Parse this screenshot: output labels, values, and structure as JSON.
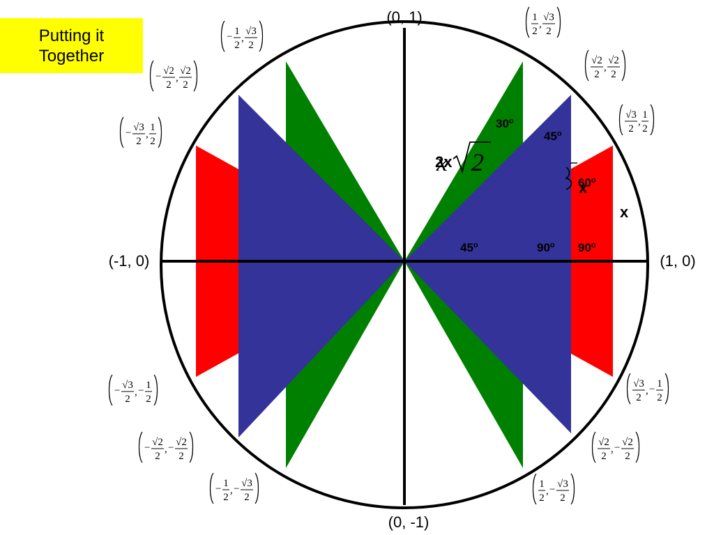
{
  "title": {
    "line1": "Putting it",
    "line2": "Together"
  },
  "colors": {
    "title_bg": "#ffff00",
    "red": "#ff0000",
    "blue": "#333399",
    "green": "#008000",
    "outline": "#000000"
  },
  "axis_labels": {
    "top": "(0, 1)",
    "bottom": "(0, -1)",
    "left": "(-1, 0)",
    "right": "(1, 0)"
  },
  "angle_labels": {
    "green_apex": "30",
    "blue_apex": "45",
    "red_apex": "60",
    "center_45": "45",
    "blue_right": "90",
    "red_right": "90",
    "degree_mark": "o"
  },
  "side_labels": {
    "two_x": "2x",
    "x_inner": "x",
    "x_outer": "x",
    "sqrt_two_x_var": "x",
    "sqrt_two_radicand": "2"
  },
  "coordinates": [
    {
      "id": "q1-60",
      "sx": "",
      "xn": "1",
      "xr": "",
      "sy": "",
      "yn": "3",
      "yr": "√",
      "d": "2"
    },
    {
      "id": "q1-45",
      "sx": "",
      "xn": "2",
      "xr": "√",
      "sy": "",
      "yn": "2",
      "yr": "√",
      "d": "2"
    },
    {
      "id": "q1-30",
      "sx": "",
      "xn": "3",
      "xr": "√",
      "sy": "",
      "yn": "1",
      "yr": "",
      "d": "2"
    },
    {
      "id": "q2-120",
      "sx": "−",
      "xn": "1",
      "xr": "",
      "sy": "",
      "yn": "3",
      "yr": "√",
      "d": "2"
    },
    {
      "id": "q2-135",
      "sx": "−",
      "xn": "2",
      "xr": "√",
      "sy": "",
      "yn": "2",
      "yr": "√",
      "d": "2"
    },
    {
      "id": "q2-150",
      "sx": "−",
      "xn": "3",
      "xr": "√",
      "sy": "",
      "yn": "1",
      "yr": "",
      "d": "2"
    },
    {
      "id": "q3-210",
      "sx": "−",
      "xn": "3",
      "xr": "√",
      "sy": "−",
      "yn": "1",
      "yr": "",
      "d": "2"
    },
    {
      "id": "q3-225",
      "sx": "−",
      "xn": "2",
      "xr": "√",
      "sy": "−",
      "yn": "2",
      "yr": "√",
      "d": "2"
    },
    {
      "id": "q3-240",
      "sx": "−",
      "xn": "1",
      "xr": "",
      "sy": "−",
      "yn": "3",
      "yr": "√",
      "d": "2"
    },
    {
      "id": "q4-330",
      "sx": "",
      "xn": "3",
      "xr": "√",
      "sy": "−",
      "yn": "1",
      "yr": "",
      "d": "2"
    },
    {
      "id": "q4-315",
      "sx": "",
      "xn": "2",
      "xr": "√",
      "sy": "−",
      "yn": "2",
      "yr": "√",
      "d": "2"
    },
    {
      "id": "q4-300",
      "sx": "",
      "xn": "1",
      "xr": "",
      "sy": "−",
      "yn": "3",
      "yr": "√",
      "d": "2"
    }
  ]
}
